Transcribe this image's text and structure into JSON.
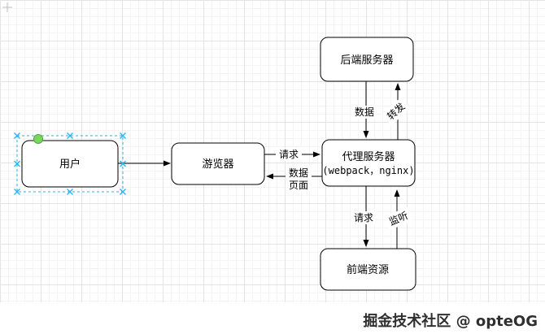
{
  "canvas": {
    "watermark": "掘金技术社区 @ opteOG"
  },
  "nodes": {
    "user": {
      "label": "用户"
    },
    "browser": {
      "label": "游览器"
    },
    "proxy": {
      "line1": "代理服务器",
      "line2": "(webpack，nginx)"
    },
    "backend": {
      "label": "后端服务器"
    },
    "frontend": {
      "label": "前端资源"
    }
  },
  "edges": {
    "browser_to_proxy": {
      "label": "请求"
    },
    "proxy_to_browser": {
      "line1": "数据",
      "line2": "页面"
    },
    "backend_to_proxy": {
      "label": "数据"
    },
    "proxy_to_backend": {
      "label": "转发"
    },
    "proxy_to_frontend": {
      "label": "请求"
    },
    "frontend_to_proxy": {
      "label": "监听"
    }
  },
  "colors": {
    "node_fill": "#ffffff",
    "node_stroke": "#000000",
    "selection_blue": "#29b6f2",
    "connection_point_green": "#7bd65c",
    "watermark_text": "#2f2f2f",
    "grid_minor": "#f4f4f4",
    "grid_major": "#e4e4e4"
  }
}
